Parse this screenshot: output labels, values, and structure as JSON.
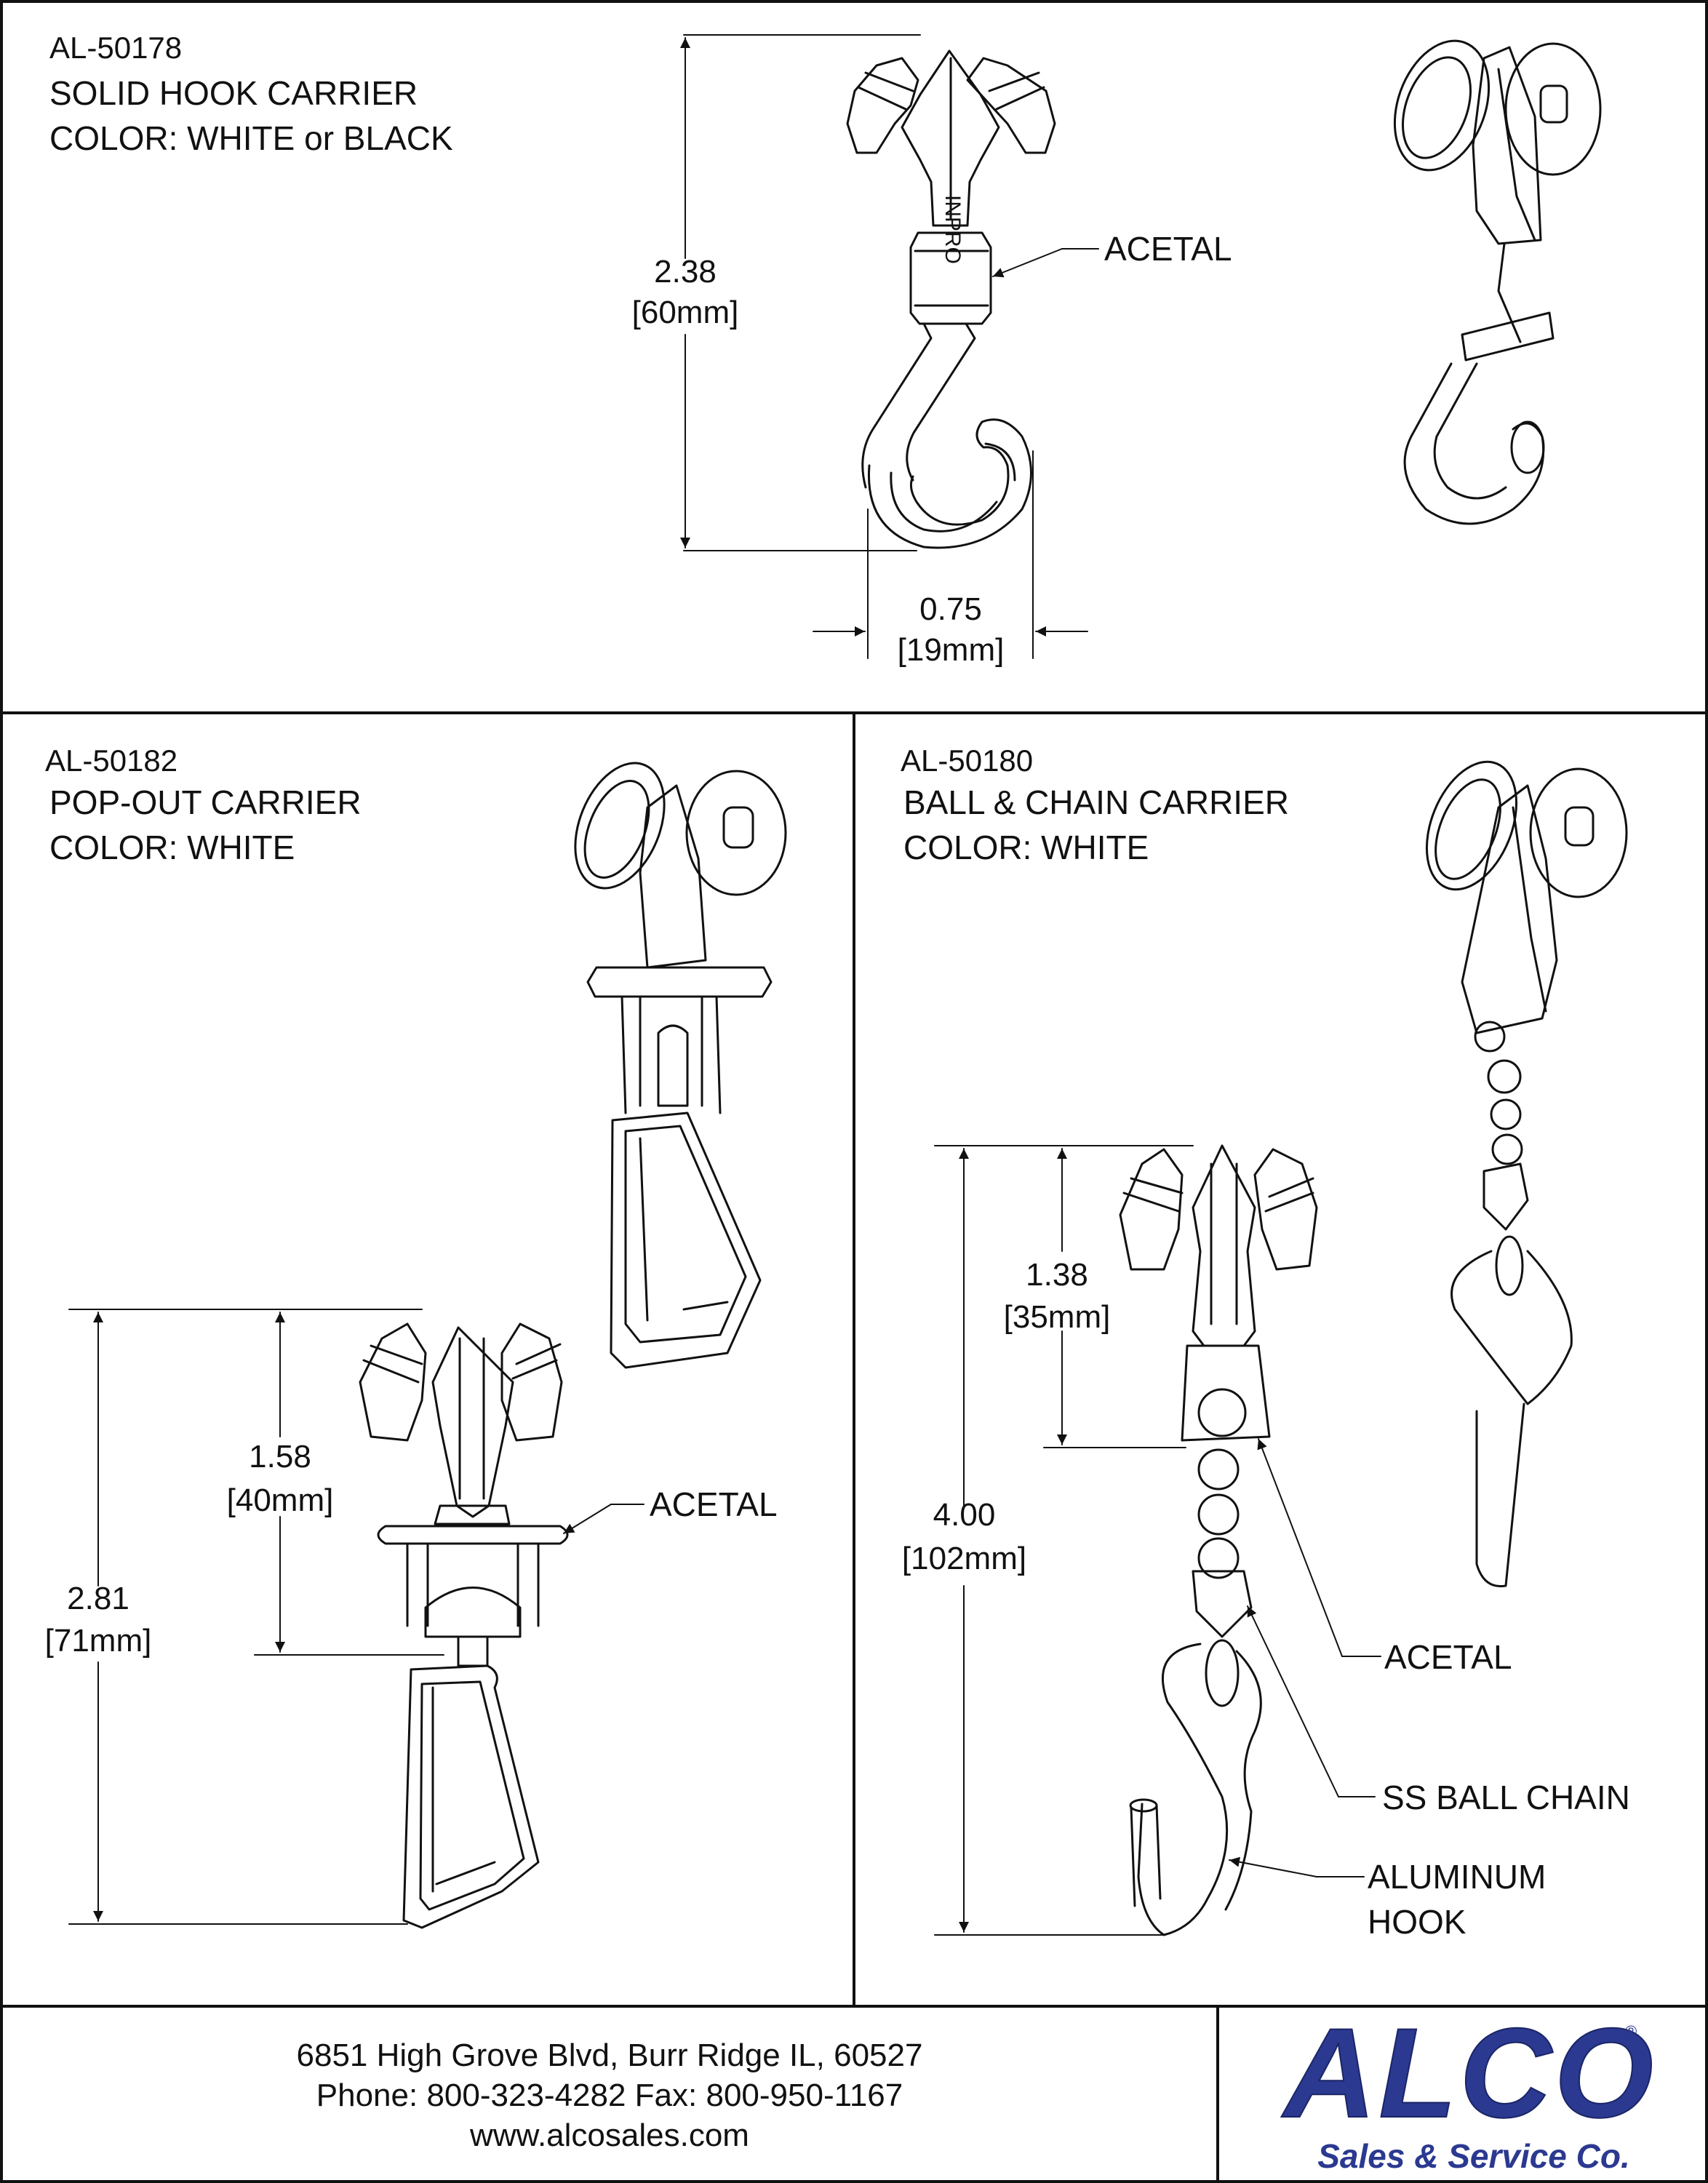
{
  "panels": {
    "solid_hook": {
      "part_no": "AL-50178",
      "name": "SOLID HOOK CARRIER",
      "color": "COLOR: WHITE or BLACK",
      "height_in": "2.38",
      "height_mm": "[60mm]",
      "width_in": "0.75",
      "width_mm": "[19mm]",
      "material": "ACETAL",
      "stamp": "INPRO"
    },
    "pop_out": {
      "part_no": "AL-50182",
      "name": "POP-OUT CARRIER",
      "color": "COLOR: WHITE",
      "total_in": "2.81",
      "total_mm": "[71mm]",
      "upper_in": "1.58",
      "upper_mm": "[40mm]",
      "material": "ACETAL"
    },
    "ball_chain": {
      "part_no": "AL-50180",
      "name": "BALL & CHAIN CARRIER",
      "color": "COLOR: WHITE",
      "total_in": "4.00",
      "total_mm": "[102mm]",
      "upper_in": "1.38",
      "upper_mm": "[35mm]",
      "material": "ACETAL",
      "chain": "SS BALL CHAIN",
      "hook_line1": "ALUMINUM",
      "hook_line2": "HOOK"
    }
  },
  "footer": {
    "address": "6851 High Grove Blvd, Burr Ridge IL, 60527",
    "phone_fax": "Phone: 800-323-4282  Fax: 800-950-1167",
    "website": "www.alcosales.com",
    "logo_word": "ALCO",
    "logo_sub": "Sales & Service Co.",
    "logo_color": "#2b3990"
  }
}
